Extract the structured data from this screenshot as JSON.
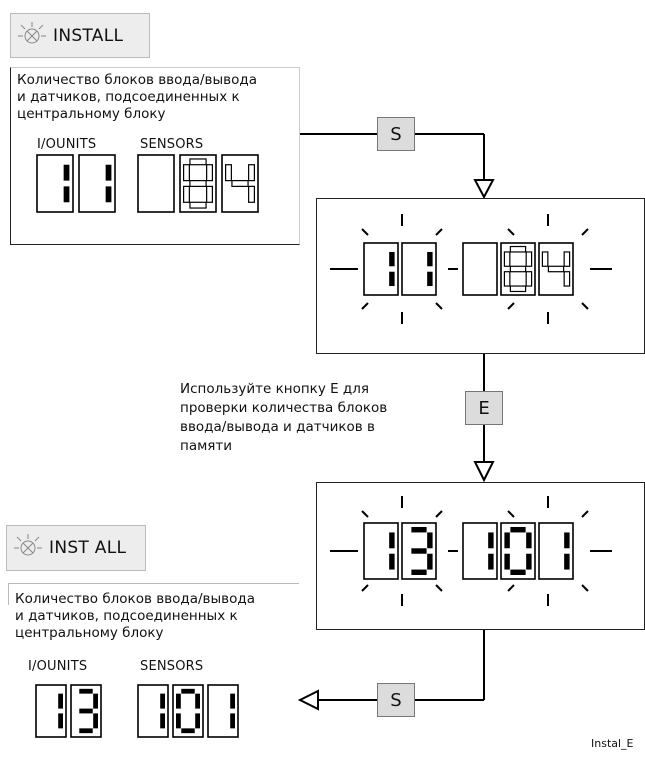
{
  "top_tag": "INSTALL",
  "bottom_tag": "INST ALL",
  "description": [
    "Количество блоков ввода/вывода",
    "и датчиков, подсоединенных к",
    "центральному блоку"
  ],
  "labels": {
    "io": "I/OUNITS",
    "sensors": "SENSORS"
  },
  "keys": {
    "s_top": "S",
    "e": "E",
    "s_bottom": "S"
  },
  "note": [
    "Используйте кнопку Е для",
    "проверки количества блоков",
    "ввода/вывода и датчиков в",
    "памяти"
  ],
  "footer": "Instal_E",
  "readings": {
    "initial": {
      "io": "11",
      "sensors": "84"
    },
    "memory": {
      "io": "13",
      "sensors": "101"
    }
  }
}
